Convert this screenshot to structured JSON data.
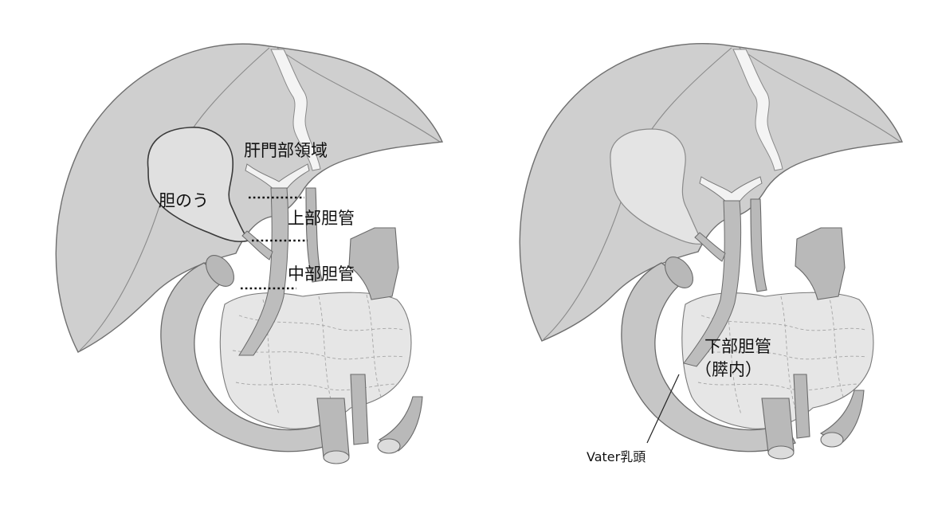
{
  "left_panel": {
    "labels": {
      "hilar_region": "肝門部領域",
      "gallbladder": "胆のう",
      "upper_bile_duct": "上部胆管",
      "middle_bile_duct": "中部胆管"
    }
  },
  "right_panel": {
    "labels": {
      "lower_bile_duct": "下部胆管",
      "intrapancreatic": "（膵内）",
      "papilla_of_vater": "Vater乳頭"
    }
  }
}
